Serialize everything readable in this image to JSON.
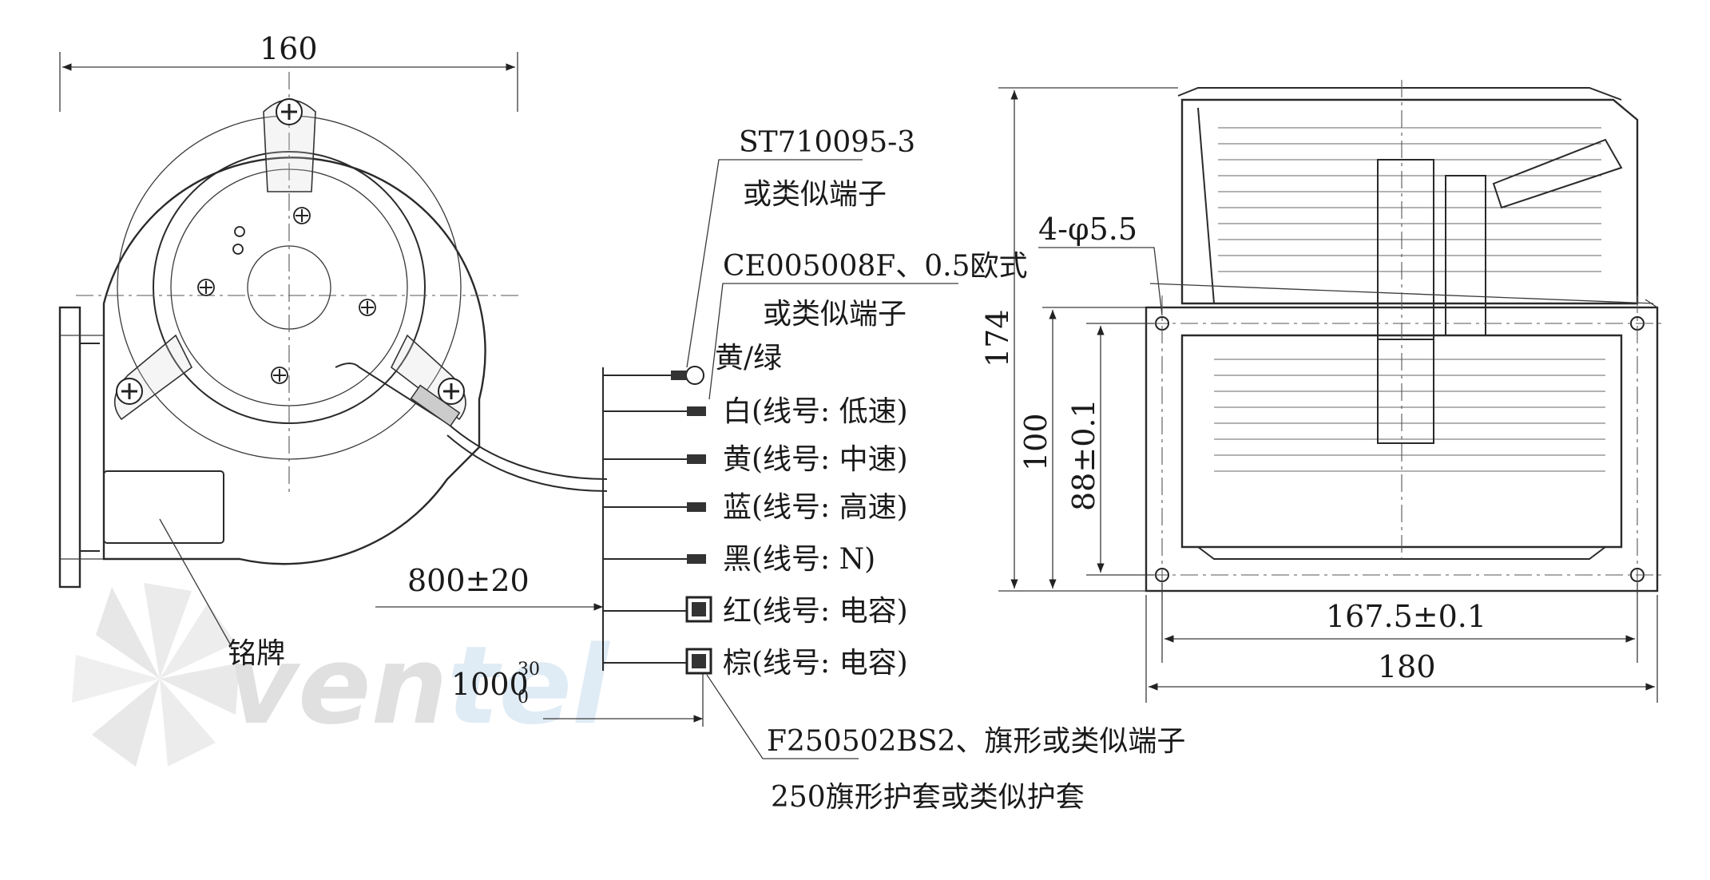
{
  "watermark": "ventel",
  "front_view": {
    "width_dim": "160",
    "nameplate_label": "铭牌"
  },
  "cable": {
    "length_800": "800±20",
    "length_1000_base": "1000",
    "length_1000_upper": "30",
    "length_1000_lower": "0"
  },
  "terminals": {
    "st_part": "ST710095-3",
    "st_desc": "或类似端子",
    "ce_part": "CE005008F、0.5欧式",
    "ce_desc": "或类似端子",
    "f_part": "F250502BS2、旗形或类似端子",
    "f_desc": "250旗形护套或类似护套"
  },
  "wires": [
    "黄/绿",
    "白(线号: 低速)",
    "黄(线号: 中速)",
    "蓝(线号: 高速)",
    "黑(线号: N)",
    "红(线号: 电容)",
    "棕(线号: 电容)"
  ],
  "side_view": {
    "hole_dim": "4-φ5.5",
    "height_174": "174",
    "height_100": "100",
    "height_88": "88±0.1",
    "width_167": "167.5±0.1",
    "width_180": "180"
  }
}
